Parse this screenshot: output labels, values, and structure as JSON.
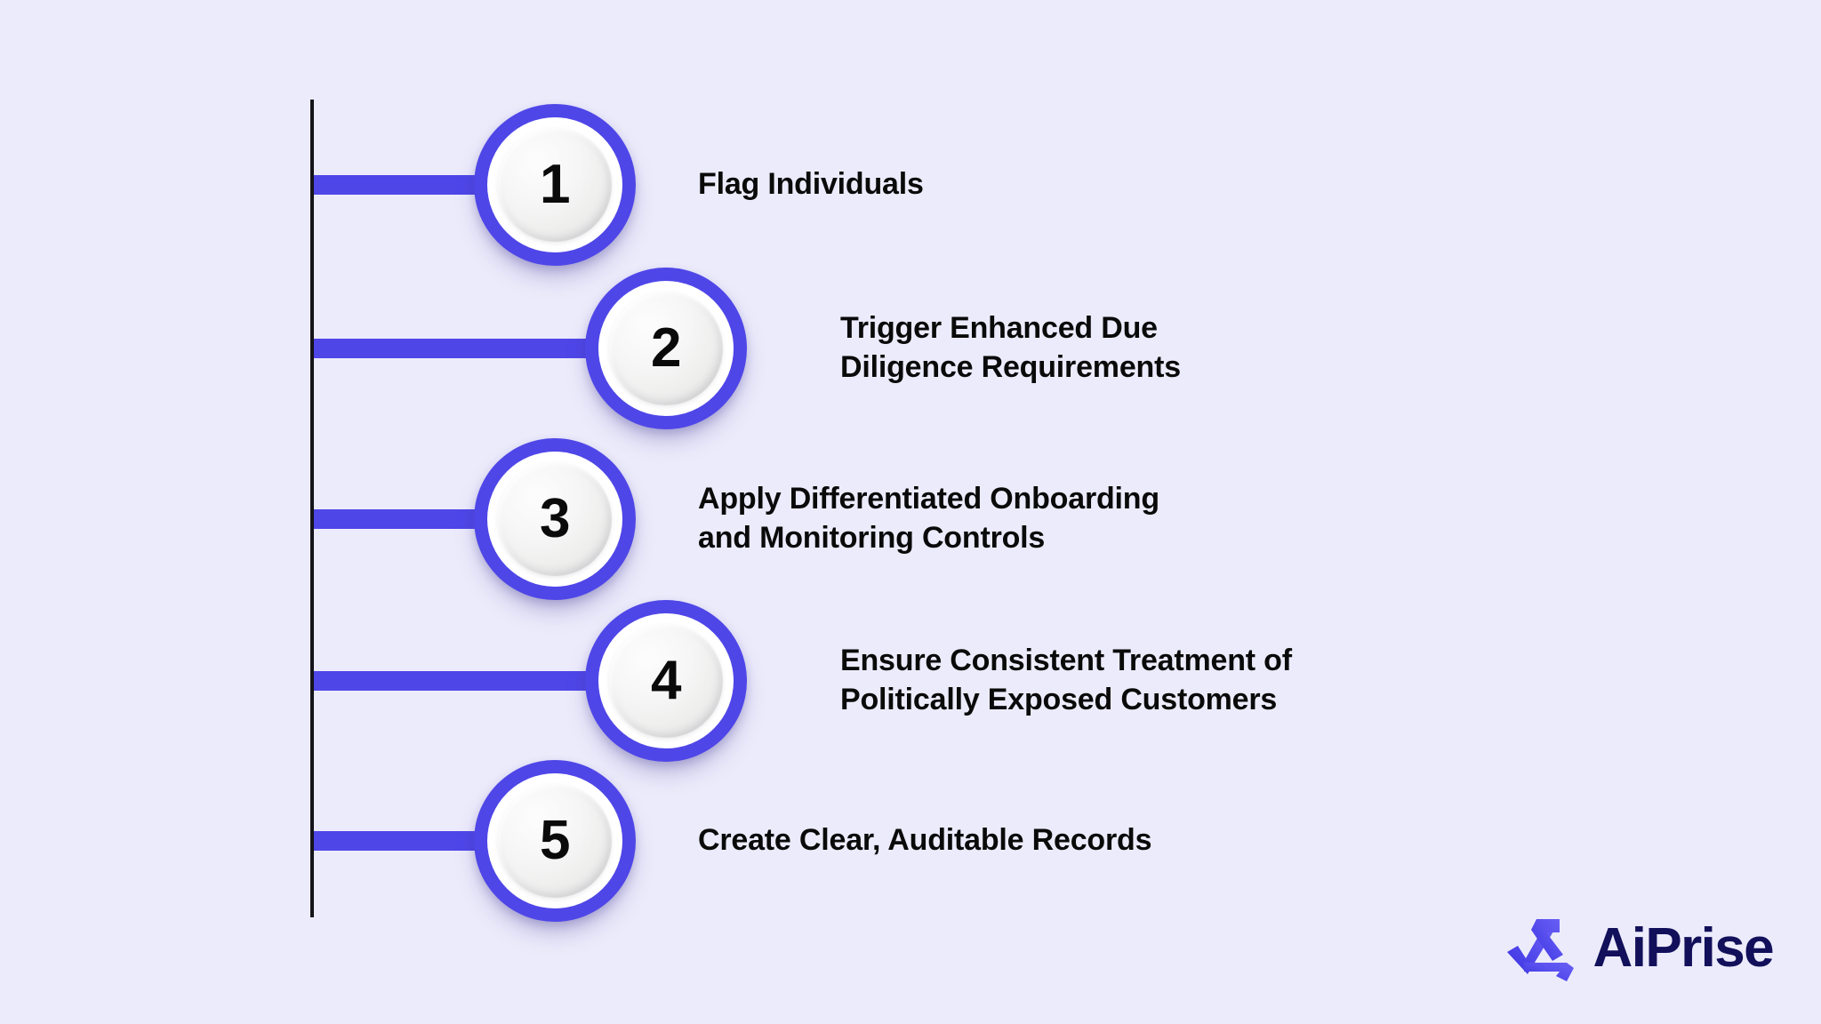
{
  "theme": {
    "background": "#ecebfb",
    "accent_purple": "#4f46e8",
    "spine_color": "#14131a",
    "text_color": "#0a0a0a",
    "brand_navy": "#12105a"
  },
  "diagram": {
    "type": "numbered-step-list",
    "orientation": "vertical",
    "step_count": 5,
    "steps": [
      {
        "number": "1",
        "label": "Flag Individuals",
        "side": "left",
        "lines": 1
      },
      {
        "number": "2",
        "label": "Trigger Enhanced Due\nDiligence Requirements",
        "side": "right",
        "lines": 2
      },
      {
        "number": "3",
        "label": "Apply Differentiated Onboarding\nand Monitoring Controls",
        "side": "left",
        "lines": 2
      },
      {
        "number": "4",
        "label": "Ensure Consistent Treatment of\nPolitically Exposed Customers",
        "side": "right",
        "lines": 2
      },
      {
        "number": "5",
        "label": "Create Clear, Auditable Records",
        "side": "left",
        "lines": 1
      }
    ]
  },
  "brand": {
    "name": "AiPrise",
    "mark_icon": "aiprise-triangle-check-logo-icon"
  }
}
